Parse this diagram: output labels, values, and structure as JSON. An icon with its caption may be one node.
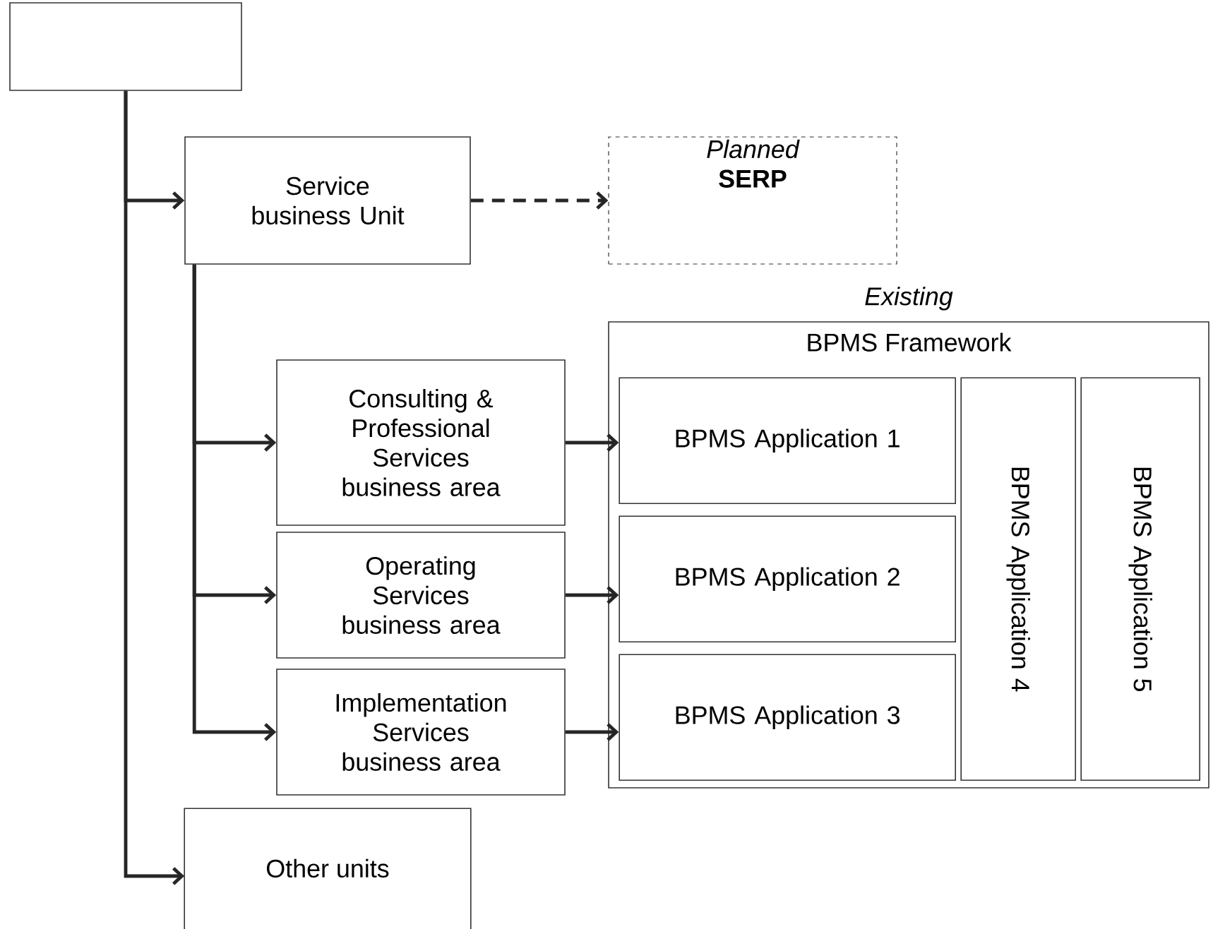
{
  "diagram": {
    "nodes": [
      {
        "text": [],
        "shape": "box"
      },
      {
        "text": [
          "Service business Unit"
        ]
      },
      {
        "text": [
          "Planned",
          "SERP"
        ]
      },
      {
        "text": [
          "BPMS Framework"
        ],
        "beside": [
          "Existing"
        ]
      },
      {
        "text": [
          "Consulting & Professional Services business area"
        ]
      },
      {
        "text": [
          "Operating Services business area"
        ]
      },
      {
        "text": [
          "Implementation Services business area"
        ]
      },
      {
        "text": [
          "BPMS Application 1"
        ],
        "in": 3
      },
      {
        "text": [
          "BPMS Application 2"
        ],
        "in": 3
      },
      {
        "text": [
          "BPMS Application 3"
        ],
        "in": 3
      },
      {
        "text": [
          "BPMS Application 4"
        ],
        "in": 3
      },
      {
        "text": [
          "BPMS Application 5"
        ],
        "in": 3
      },
      {
        "text": [
          "Other units"
        ]
      }
    ],
    "edges": [
      {
        "from": 0,
        "to": 1,
        "arrow": "to"
      },
      {
        "from": 0,
        "to": 12,
        "arrow": "to"
      },
      {
        "from": 1,
        "to": 2,
        "arrow": "to",
        "style": "dashed"
      },
      {
        "from": 1,
        "to": 4,
        "arrow": "to"
      },
      {
        "from": 1,
        "to": 5,
        "arrow": "to"
      },
      {
        "from": 1,
        "to": 6,
        "arrow": "to"
      },
      {
        "from": 4,
        "to": 7,
        "arrow": "to"
      },
      {
        "from": 5,
        "to": 8,
        "arrow": "to"
      },
      {
        "from": 6,
        "to": 9,
        "arrow": "to"
      }
    ]
  }
}
